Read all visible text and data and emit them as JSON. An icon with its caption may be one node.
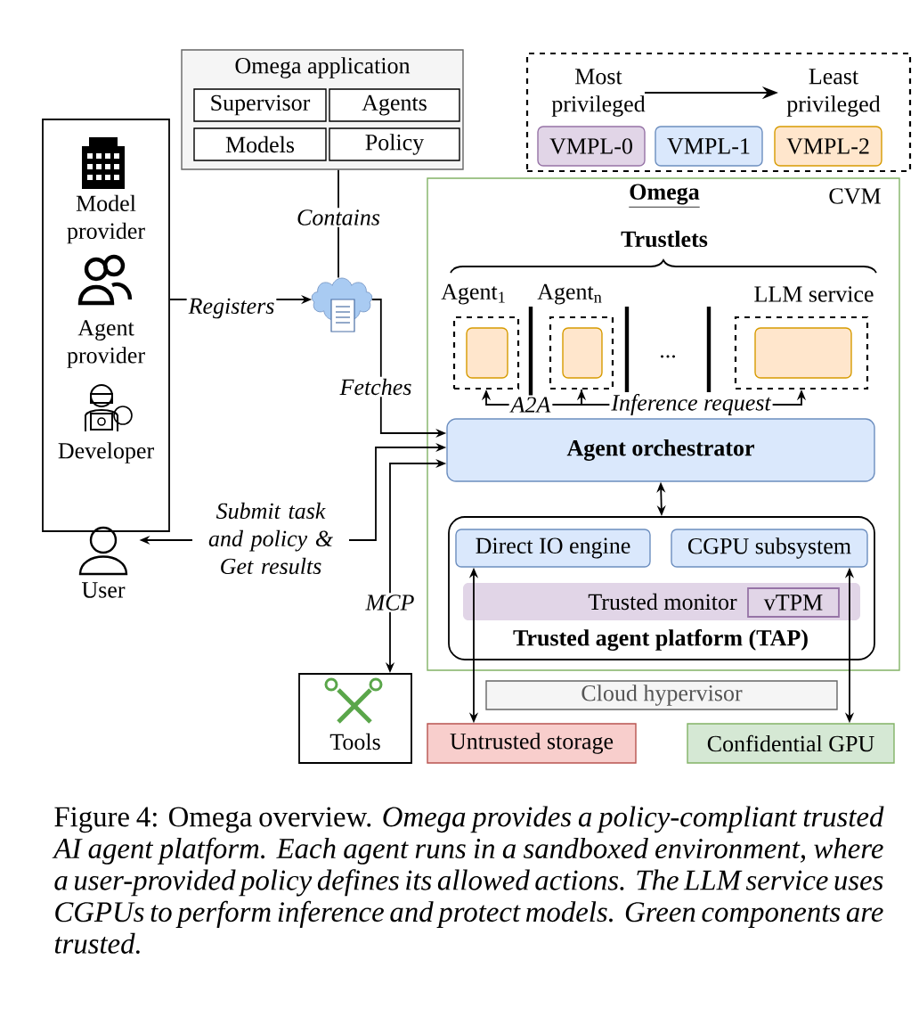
{
  "diagram": {
    "caption": "Figure 4: Omega overview. *Omega provides a policy-compliant trusted AI agent platform. Each agent runs in a sandboxed environment, where a user-provided policy defines its allowed actions. The LLM service uses CGPUs to perform inference and protect models. Green components are trusted.*",
    "nodes": [
      {
        "text": [
          "Omega application"
        ]
      },
      {
        "text": [
          "Supervisor"
        ],
        "in": 0
      },
      {
        "text": [
          "Agents"
        ],
        "in": 0
      },
      {
        "text": [
          "Models"
        ],
        "in": 0
      },
      {
        "text": [
          "Policy"
        ],
        "in": 0
      },
      {
        "text": [
          "Most privileged",
          "Least privileged"
        ]
      },
      {
        "text": [
          "VMPL-0"
        ],
        "in": 5
      },
      {
        "text": [
          "VMPL-1"
        ],
        "in": 5
      },
      {
        "text": [
          "VMPL-2"
        ],
        "in": 5
      },
      {
        "text": [
          "Model provider",
          "Agent provider",
          "Developer"
        ]
      },
      {
        "text": [],
        "shape": "cloud"
      },
      {
        "text": [
          "Omega",
          "CVM",
          "Trustlets"
        ]
      },
      {
        "text": [
          "Agent$_{1}$"
        ],
        "in": 11
      },
      {
        "text": [],
        "shape": "box",
        "in": 12
      },
      {
        "text": [
          "Agent$_{n}$"
        ],
        "in": 11
      },
      {
        "text": [],
        "shape": "box",
        "in": 14
      },
      {
        "text": [
          "LLM service"
        ],
        "in": 11
      },
      {
        "text": [],
        "shape": "box",
        "in": 16
      },
      {
        "text": [
          "Agent orchestrator"
        ],
        "in": 11
      },
      {
        "text": [
          "Trusted agent platform (TAP)"
        ],
        "in": 11
      },
      {
        "text": [
          "Direct IO engine"
        ],
        "in": 19
      },
      {
        "text": [
          "CGPU subsystem"
        ],
        "in": 19
      },
      {
        "text": [
          "Trusted monitor"
        ],
        "in": 19
      },
      {
        "text": [
          "vTPM"
        ],
        "in": 22
      },
      {
        "text": [
          "User"
        ]
      },
      {
        "text": [
          "Tools"
        ]
      },
      {
        "text": [
          "Cloud hypervisor"
        ]
      },
      {
        "text": [
          "Untrusted storage"
        ]
      },
      {
        "text": [
          "Confidential GPU"
        ]
      }
    ],
    "edges": [
      {
        "from": 0,
        "to": 10,
        "arrow": "none",
        "label": "Contains"
      },
      {
        "from": 9,
        "to": 10,
        "arrow": "to",
        "label": "Registers"
      },
      {
        "from": 10,
        "to": 18,
        "arrow": "to",
        "label": "Fetches"
      },
      {
        "from": 24,
        "to": 18,
        "arrow": "both",
        "label": "Submit task and policy & Get results"
      },
      {
        "from": 18,
        "to": 25,
        "arrow": "both",
        "label": "MCP"
      },
      {
        "from": 12,
        "to": 14,
        "arrow": "both",
        "label": "A2A"
      },
      {
        "from": 14,
        "to": 16,
        "arrow": "to",
        "label": "Inference request"
      },
      {
        "from": 18,
        "to": 19,
        "arrow": "both"
      },
      {
        "from": 20,
        "to": 27,
        "arrow": "both"
      },
      {
        "from": 21,
        "to": 28,
        "arrow": "both"
      }
    ],
    "labels": [
      "..."
    ]
  }
}
